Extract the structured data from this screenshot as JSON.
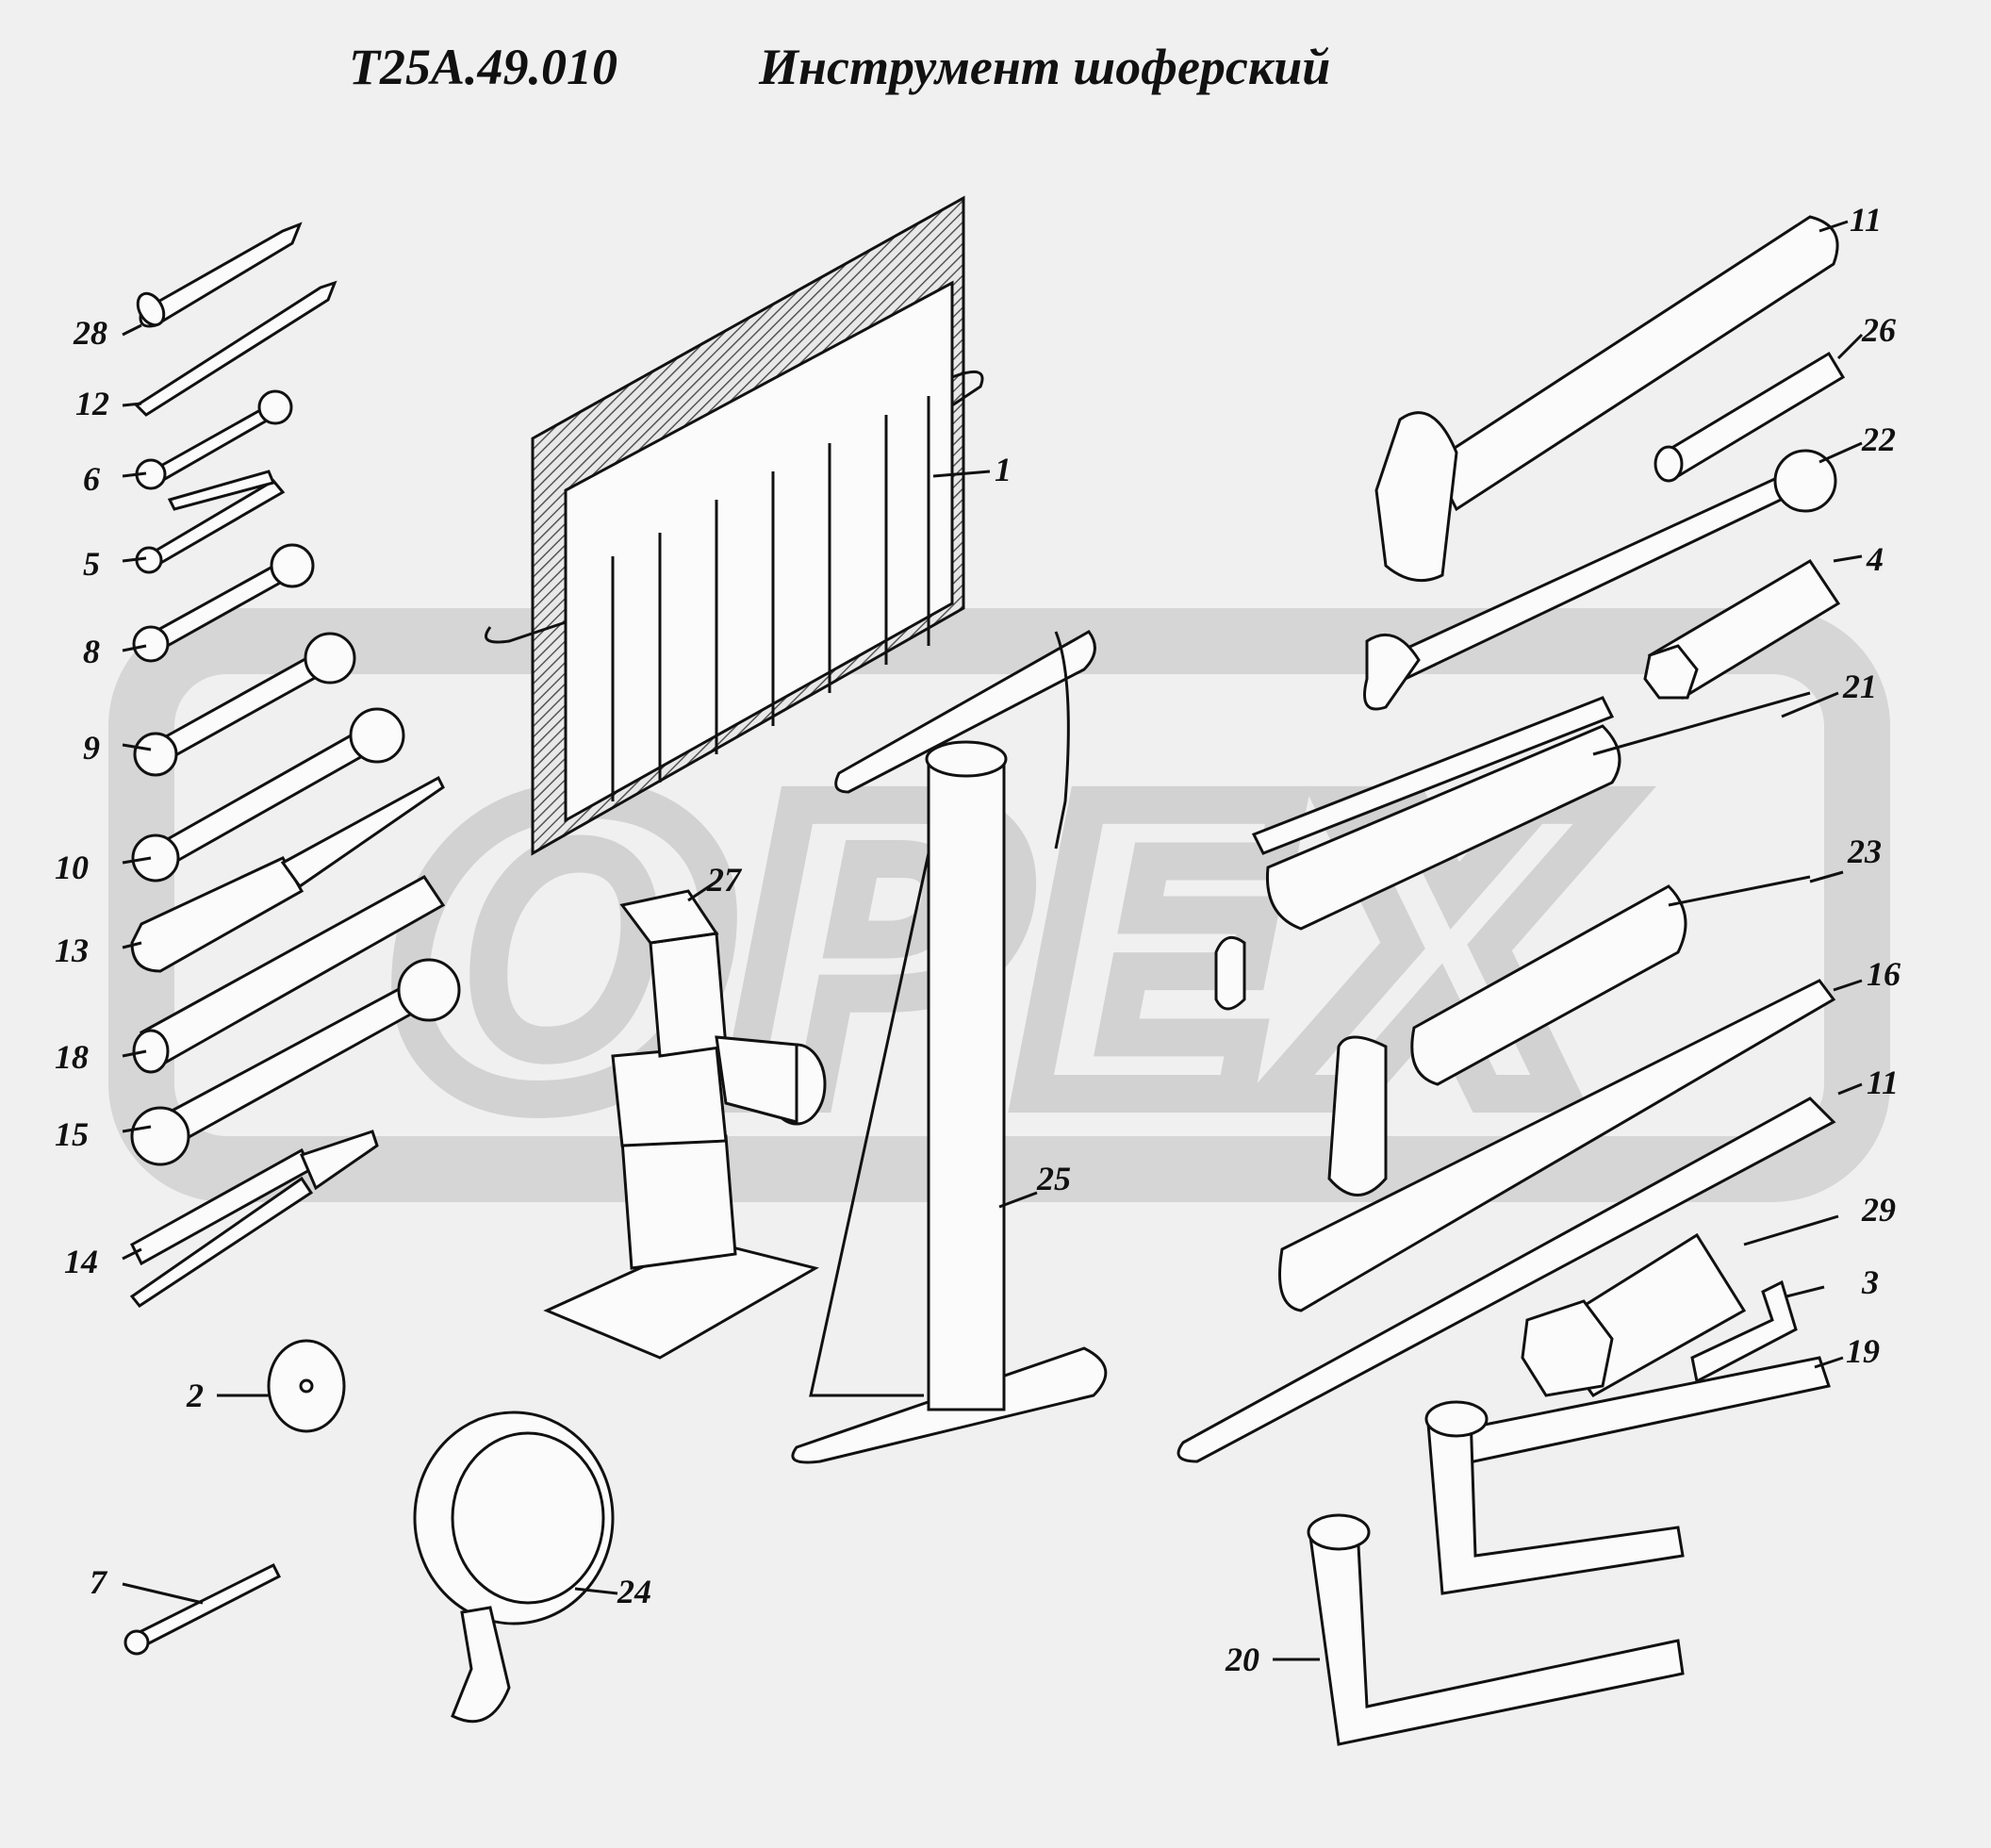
{
  "header": {
    "code": "Т25А.49.010",
    "title": "Инструмент шоферский"
  },
  "watermark": {
    "text": "OPEX",
    "color": "#d6d6d6"
  },
  "callouts": {
    "c1": "1",
    "c2": "2",
    "c3": "3",
    "c4": "4",
    "c5": "5",
    "c6": "6",
    "c7": "7",
    "c8": "8",
    "c9": "9",
    "c10": "10",
    "c11a": "11",
    "c11b": "11",
    "c12": "12",
    "c13": "13",
    "c14": "14",
    "c15": "15",
    "c16": "16",
    "c18": "18",
    "c19": "19",
    "c20": "20",
    "c21": "21",
    "c22": "22",
    "c23": "23",
    "c24": "24",
    "c25": "25",
    "c26": "26",
    "c27": "27",
    "c28": "28",
    "c29": "29"
  }
}
